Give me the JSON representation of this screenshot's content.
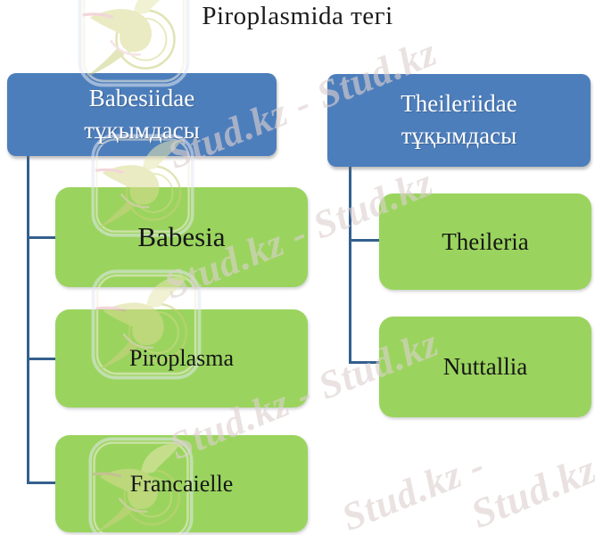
{
  "title": "Piroplasmida тегі",
  "tree": {
    "left": {
      "parent": {
        "line1": "Babesiidae",
        "line2": "тұқымдасы"
      },
      "children": [
        "Babesia",
        "Piroplasma",
        "Francaielle"
      ]
    },
    "right": {
      "parent": {
        "line1": "Theileriidae",
        "line2": "тұқымдасы"
      },
      "children": [
        "Theileria",
        "Nuttallia"
      ]
    }
  },
  "watermark": {
    "brand": "Stud.kz",
    "logo_icon": "hummingbird-logo",
    "instances": [
      {
        "text": "Stud.kz - Stud.kz"
      },
      {
        "text": "Stud.kz - Stud.kz"
      },
      {
        "text": "Stud.kz - Stud.kz"
      },
      {
        "text": "Stud.kz -"
      },
      {
        "text": "Stud.kz"
      }
    ]
  },
  "colors": {
    "parent_fill": "#4d7ebc",
    "child_fill": "#9ad45e",
    "connector": "#33608e",
    "parent_text": "#ffffff",
    "child_text": "#161616",
    "title_text": "#1b1b1b",
    "watermark_text": "#ddd1cf"
  }
}
